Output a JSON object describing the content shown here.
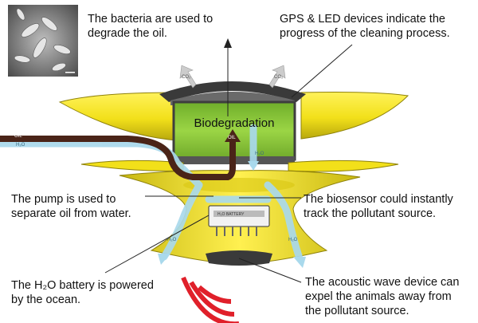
{
  "captions": {
    "bacteria": [
      "The bacteria are used to",
      "degrade the oil."
    ],
    "gps": [
      "GPS & LED devices indicate the",
      "progress of the cleaning process."
    ],
    "pump": [
      "The pump is used to",
      "separate oil from water."
    ],
    "biosensor": [
      "The biosensor could instantly",
      "track the pollutant source."
    ],
    "battery": [
      "The H₂O battery is powered",
      "by the ocean."
    ],
    "acoustic": [
      "The acoustic wave device can",
      "expel the animals away from",
      "the pollutant source."
    ]
  },
  "chamber_label": "Biodegradation",
  "flow_labels": {
    "oil_in": "OIL",
    "oil_up": "OIL",
    "co2_left": "CO₂",
    "co2_right": "CO₂",
    "water_in": "H₂O",
    "water_down": "H₂O",
    "water_out_left": "H₂O",
    "water_out_right": "H₂O"
  },
  "battery_label": "H₂O BATTERY",
  "colors": {
    "hull_yellow": "#f2e01a",
    "hull_shadow": "#b8a80d",
    "chamber_green": "#8ccf3a",
    "oil_brown": "#4a2418",
    "water_blue": "#a9d9ec",
    "acoustic_red": "#e0202a",
    "dark_grey": "#3a3a3a"
  }
}
